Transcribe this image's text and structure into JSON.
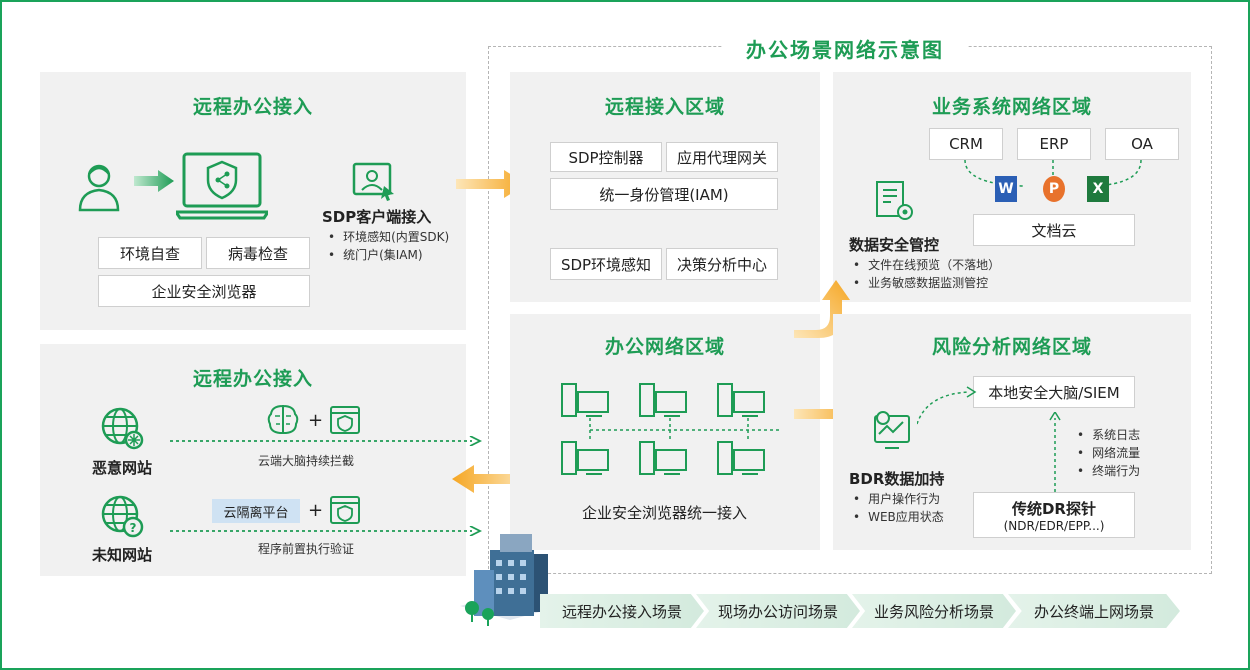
{
  "main_title": "办公场景网络示意图",
  "remote_office_top": {
    "title": "远程办公接入",
    "boxes": [
      "环境自查",
      "病毒检查",
      "企业安全浏览器"
    ],
    "sdp_client": {
      "title": "SDP客户端接入",
      "items": [
        "环境感知(内置SDK)",
        "统门户(集IAM)"
      ]
    }
  },
  "remote_office_bottom": {
    "title": "远程办公接入",
    "malicious_site": "恶意网站",
    "unknown_site": "未知网站",
    "cloud_brain_label": "云端大脑持续拦截",
    "cloud_isolation": "云隔离平台",
    "plus": "+",
    "pre_exec_label": "程序前置执行验证"
  },
  "remote_access_zone": {
    "title": "远程接入区域",
    "boxes": [
      "SDP控制器",
      "应用代理网关",
      "统一身份管理(IAM)",
      "SDP环境感知",
      "决策分析中心"
    ]
  },
  "business_zone": {
    "title": "业务系统网络区域",
    "systems": [
      "CRM",
      "ERP",
      "OA"
    ],
    "doc_cloud": "文档云",
    "data_security": {
      "title": "数据安全管控",
      "items": [
        "文件在线预览（不落地）",
        "业务敏感数据监测管控"
      ]
    },
    "file_badges": [
      "W",
      "P",
      "X"
    ]
  },
  "office_network_zone": {
    "title": "办公网络区域",
    "caption": "企业安全浏览器统一接入"
  },
  "risk_zone": {
    "title": "风险分析网络区域",
    "siem": "本地安全大脑/SIEM",
    "bdr": {
      "title": "BDR数据加持",
      "items": [
        "用户操作行为",
        "WEB应用状态"
      ]
    },
    "probe_title": "传统DR探针",
    "probe_sub": "(NDR/EDR/EPP...)",
    "log_items": [
      "系统日志",
      "网络流量",
      "终端行为"
    ]
  },
  "scenarios": [
    "远程办公接入场景",
    "现场办公访问场景",
    "业务风险分析场景",
    "办公终端上网场景"
  ],
  "colors": {
    "green": "#1e9c55",
    "orange": "#f5a623",
    "panel": "#f1f1f1"
  }
}
